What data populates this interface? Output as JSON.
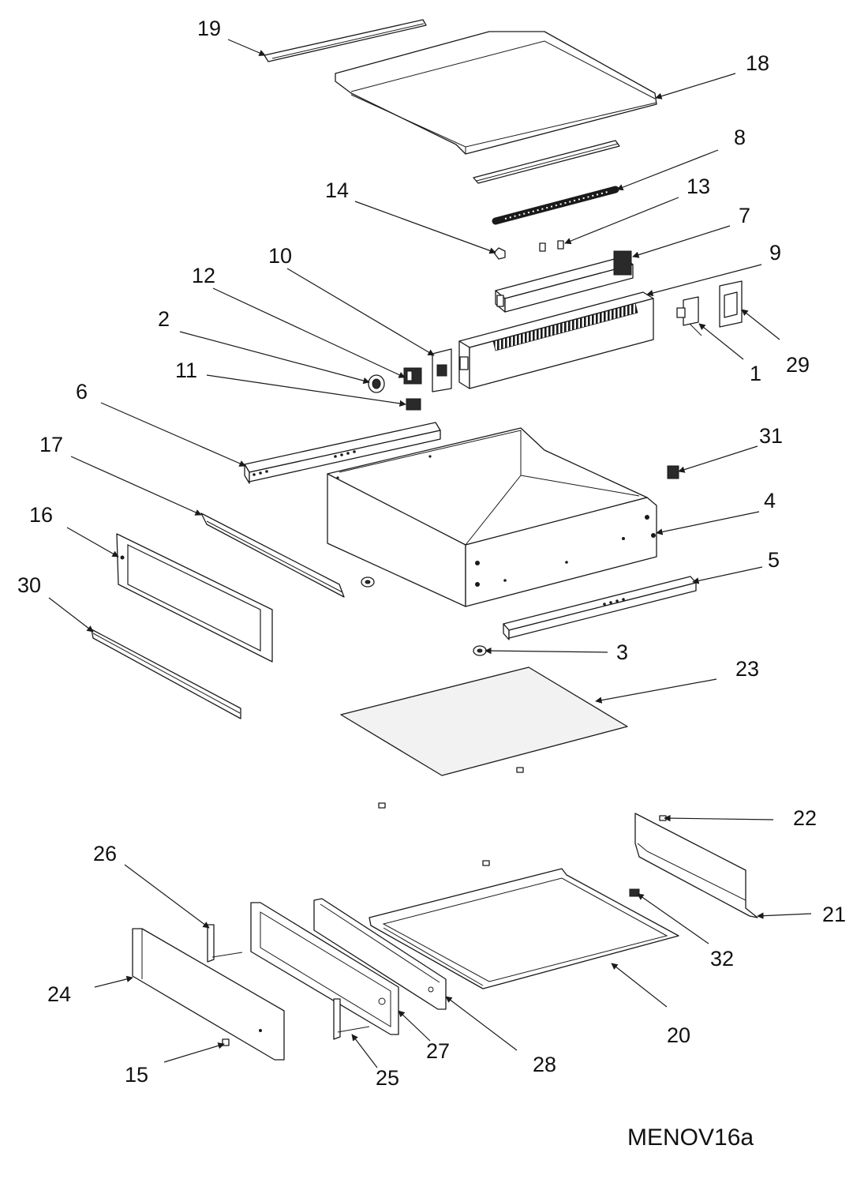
{
  "diagram_code": "MENOV16a",
  "callouts": {
    "c1": "1",
    "c2": "2",
    "c3": "3",
    "c4": "4",
    "c5": "5",
    "c6": "6",
    "c7": "7",
    "c8": "8",
    "c9": "9",
    "c10": "10",
    "c11": "11",
    "c12": "12",
    "c13": "13",
    "c14": "14",
    "c15": "15",
    "c16": "16",
    "c17": "17",
    "c18": "18",
    "c19": "19",
    "c20": "20",
    "c21": "21",
    "c22": "22",
    "c23": "23",
    "c24": "24",
    "c25": "25",
    "c26": "26",
    "c27": "27",
    "c28": "28",
    "c29": "29",
    "c30": "30",
    "c31": "31",
    "c32": "32"
  }
}
